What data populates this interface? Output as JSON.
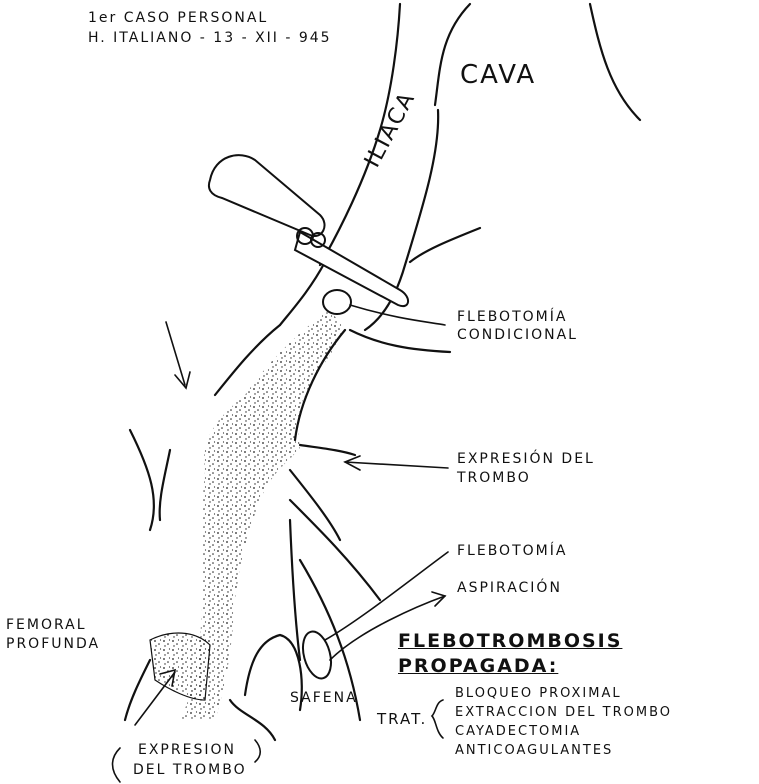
{
  "case_header": {
    "line1": "1er CASO PERSONAL",
    "line2": "H. ITALIANO - 13 - XII - 945"
  },
  "vessels": {
    "cava": "CAVA",
    "iliaca": "ILIACA",
    "safena": "SAFENA",
    "femoral_profunda_1": "FEMORAL",
    "femoral_profunda_2": "PROFUNDA"
  },
  "annotations": {
    "flebotomia_condicional_1": "FLEBOTOMÍA",
    "flebotomia_condicional_2": "CONDICIONAL",
    "expresion_trombo_1": "EXPRESIÓN DEL",
    "expresion_trombo_2": "TROMBO",
    "flebotomia": "FLEBOTOMÍA",
    "aspiracion": "ASPIRACIÓN",
    "expresion_bottom_1": "EXPRESION",
    "expresion_bottom_2": "DEL TROMBO"
  },
  "diagnosis": {
    "line1": "FLEBOTROMBOSIS",
    "line2": "PROPAGADA:"
  },
  "treatment": {
    "label": "TRAT.",
    "items": [
      "BLOQUEO PROXIMAL",
      "EXTRACCION DEL TROMBO",
      "CAYADECTOMIA",
      "ANTICOAGULANTES"
    ]
  },
  "colors": {
    "ink": "#111111",
    "background": "#ffffff",
    "stipple": "#222222"
  }
}
